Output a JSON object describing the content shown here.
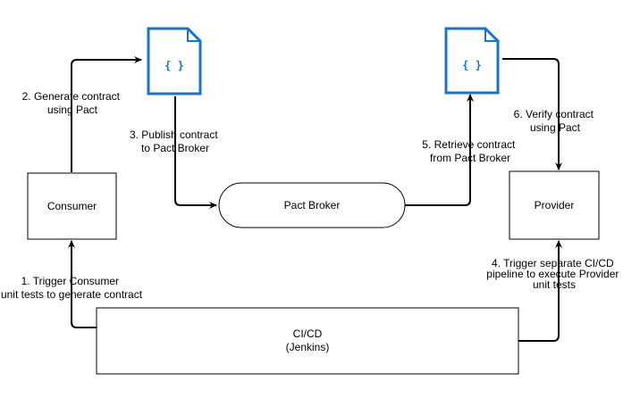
{
  "nodes": {
    "consumer": "Consumer",
    "pact_broker": "Pact Broker",
    "provider": "Provider",
    "cicd_line1": "CI/CD",
    "cicd_line2": "(Jenkins)"
  },
  "contract_icon": {
    "glyph": "{ }",
    "icon": "contract-file-icon",
    "color": "#1a73c8"
  },
  "edges": {
    "trigger_consumer": [
      "1. Trigger Consumer",
      "unit tests to generate contract"
    ],
    "generate_contract": [
      "2. Generate contract",
      "using Pact"
    ],
    "publish_contract": [
      "3. Publish contract",
      "to Pact Broker"
    ],
    "trigger_provider": [
      "4. Trigger separate CI/CD",
      "pipeline to execute Provider",
      "unit tests"
    ],
    "retrieve_contract": [
      "5. Retrieve contract",
      "from Pact Broker"
    ],
    "verify_contract": [
      "6. Verify contract",
      "using Pact"
    ]
  }
}
